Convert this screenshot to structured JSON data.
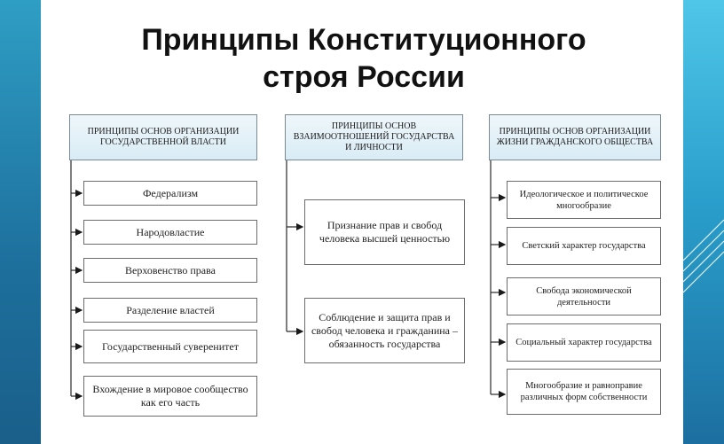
{
  "slide": {
    "title_line1": "Принципы Конституционного",
    "title_line2": "строя России"
  },
  "columns": [
    {
      "header": "Принципы основ организации государственной власти",
      "items": [
        "Федерализм",
        "Народовластие",
        "Верховенство права",
        "Разделение властей",
        "Государственный суверенитет",
        "Вхождение в мировое сообщество как его часть"
      ]
    },
    {
      "header": "Принципы основ взаимоотношений государства и личности",
      "items": [
        "Признание прав и свобод человека высшей ценностью",
        "Соблюдение и защита прав и свобод человека и гражданина – обязанность государства"
      ]
    },
    {
      "header": "Принципы основ организации жизни гражданского общества",
      "items": [
        "Идеологическое и политическое многообразие",
        "Светский характер государства",
        "Свобода экономической деятельности",
        "Социальный характер государства",
        "Многообразие и равноправие различных форм собственности"
      ]
    }
  ],
  "colors": {
    "header_fill": "#d9ecf5",
    "border": "#6b6b6b",
    "accent_strip": "#2a9fcc"
  }
}
